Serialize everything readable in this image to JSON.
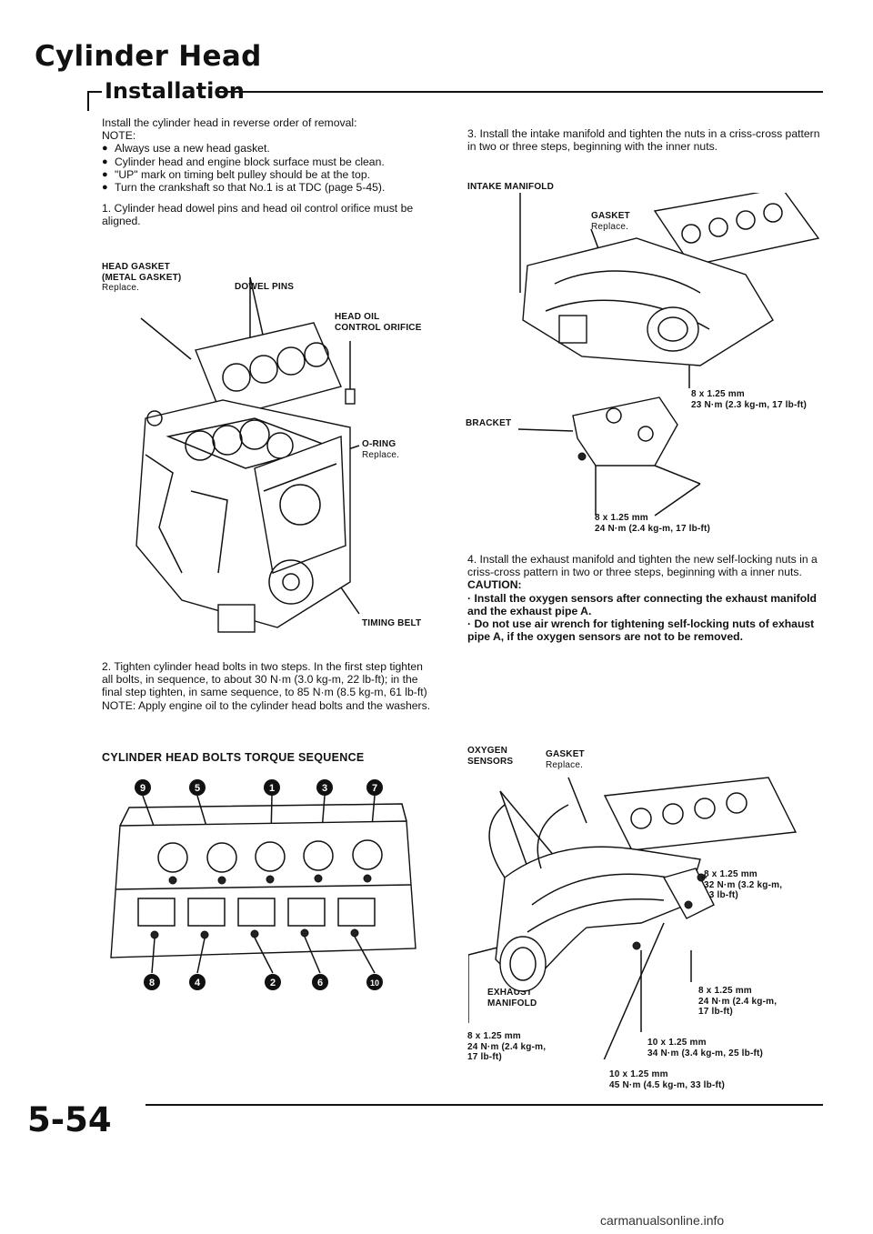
{
  "page": {
    "title": "Cylinder Head",
    "section": "Installation",
    "page_number": "5-54",
    "watermark": "carmanualsonline.info"
  },
  "intro": {
    "lead": "Install the cylinder head in reverse order of removal:",
    "note_label": "NOTE:",
    "notes": [
      "Always use a new head gasket.",
      "Cylinder head and engine block surface must be clean.",
      "\"UP\" mark on timing belt pulley should be at the top.",
      "Turn the crankshaft so that No.1 is at TDC (page 5-45)."
    ]
  },
  "steps": {
    "s1": "1.  Cylinder head dowel pins and head oil control orifice must be aligned.",
    "s2": "2.  Tighten cylinder head bolts in two steps. In the first step tighten all bolts, in sequence, to about 30 N·m (3.0 kg-m, 22 lb-ft); in the final step tighten, in same sequence, to 85 N·m (8.5 kg-m, 61 lb-ft)",
    "s2_note": "NOTE: Apply engine oil to the cylinder head bolts and the washers.",
    "s3": "3.  Install the intake manifold and tighten the nuts in a criss-cross pattern in two or three steps, beginning with the inner nuts.",
    "s4": "4.  Install the exhaust manifold and tighten the new self-locking nuts in a criss-cross pattern in two or three steps, beginning with a inner nuts.",
    "caution_label": "CAUTION:",
    "cautions": [
      "· Install the oxygen sensors after connecting the exhaust manifold and the exhaust pipe A.",
      "· Do not use air wrench for tightening self-locking nuts of exhaust pipe A, if the oxygen sensors are not to be removed."
    ]
  },
  "fig1": {
    "head_gasket": "HEAD GASKET",
    "metal_gasket": "(METAL GASKET)",
    "replace": "Replace.",
    "dowel_pins": "DOWEL PINS",
    "orifice_1": "HEAD OIL",
    "orifice_2": "CONTROL ORIFICE",
    "oring": "O-RING",
    "oring_replace": "Replace.",
    "timing_belt": "TIMING BELT"
  },
  "fig2": {
    "heading": "CYLINDER HEAD BOLTS TORQUE SEQUENCE",
    "top_numbers": [
      "9",
      "5",
      "1",
      "3",
      "7"
    ],
    "bottom_numbers": [
      "8",
      "4",
      "2",
      "6",
      "10"
    ]
  },
  "fig3": {
    "intake_manifold": "INTAKE MANIFOLD",
    "gasket": "GASKET",
    "gasket_replace": "Replace.",
    "spec1_size": "8 x 1.25 mm",
    "spec1_torque": "23 N·m (2.3 kg-m, 17 lb-ft)",
    "bracket": "BRACKET",
    "spec2_size": "8 x 1.25 mm",
    "spec2_torque": "24 N·m (2.4 kg-m, 17 lb-ft)"
  },
  "fig4": {
    "oxygen_1": "OXYGEN",
    "oxygen_2": "SENSORS",
    "gasket": "GASKET",
    "gasket_replace": "Replace.",
    "spec_a_size": "8 x 1.25 mm",
    "spec_a_torque_1": "32 N·m (3.2 kg-m,",
    "spec_a_torque_2": "23 lb-ft)",
    "exhaust_1": "EXHAUST",
    "exhaust_2": "MANIFOLD",
    "spec_b_size": "8 x 1.25 mm",
    "spec_b_torque_1": "24 N·m (2.4 kg-m,",
    "spec_b_torque_2": "17 lb-ft)",
    "spec_c_size": "8 x 1.25 mm",
    "spec_c_torque_1": "24 N·m (2.4 kg-m,",
    "spec_c_torque_2": "17 lb-ft)",
    "spec_d_size": "10 x 1.25 mm",
    "spec_d_torque": "34 N·m (3.4 kg-m, 25 lb-ft)",
    "spec_e_size": "10 x 1.25 mm",
    "spec_e_torque": "45 N·m (4.5 kg-m, 33 lb-ft)"
  }
}
